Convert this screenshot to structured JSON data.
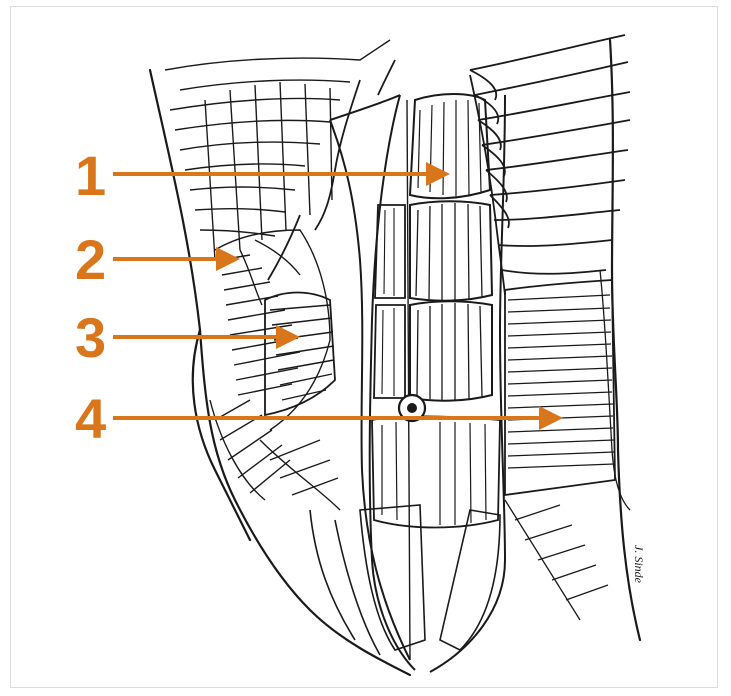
{
  "colors": {
    "label": "#d9751a",
    "ink": "#1a1a1a",
    "frame_border": "#dcdcdc"
  },
  "callouts": [
    {
      "number": "1"
    },
    {
      "number": "2"
    },
    {
      "number": "3"
    },
    {
      "number": "4"
    }
  ],
  "signature": "J. Sinde"
}
